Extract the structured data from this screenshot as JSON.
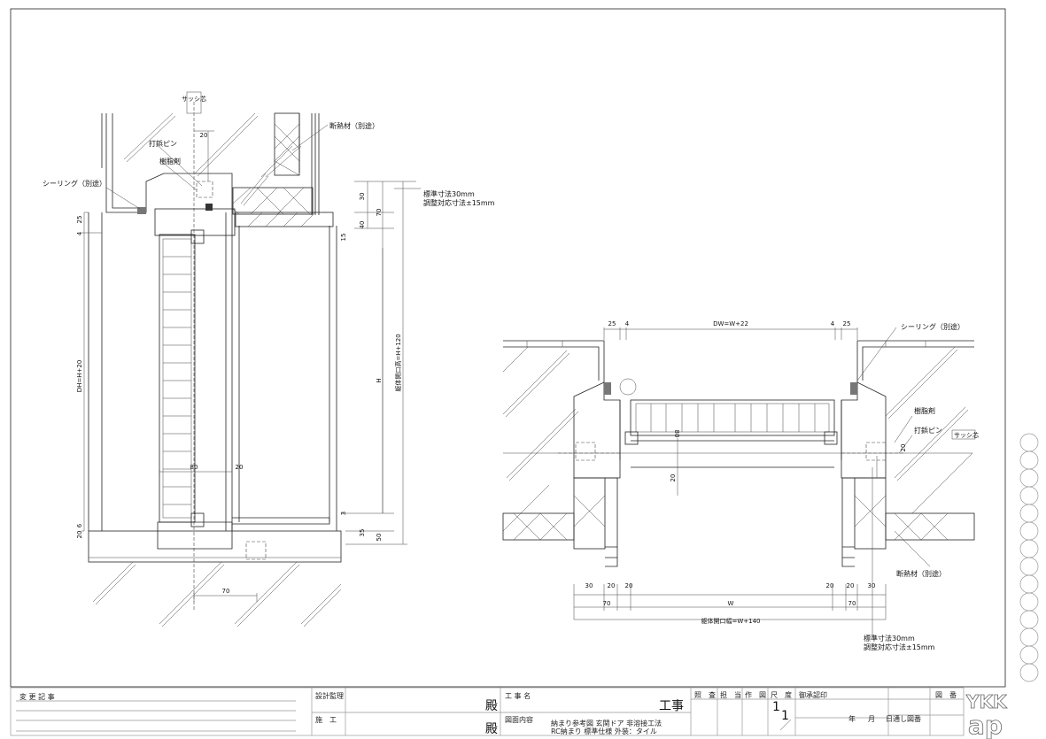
{
  "drawing": {
    "vertical_section": {
      "labels": {
        "sash_center": "サッシ芯",
        "nail_pin": "打鋲ピン",
        "resin": "樹脂剤",
        "sealing": "シーリング（別途）",
        "insulation": "断熱材（別途）",
        "std_dim_1": "標準寸法30mm",
        "std_dim_2": "調整対応寸法±15mm"
      },
      "dims": {
        "d20_top": "20",
        "d30": "30",
        "d70": "70",
        "d40": "40",
        "d15": "15",
        "d25": "25",
        "d4": "4",
        "dh": "DH=H+20",
        "h": "H",
        "opening_h": "躯体開口高=H+120",
        "d80": "80",
        "d20_mid": "20",
        "d3": "3",
        "d35": "35",
        "d50": "50",
        "d20_bot": "20",
        "d6": "6",
        "d70_bot": "70"
      }
    },
    "horizontal_section": {
      "labels": {
        "sealing": "シーリング（別途）",
        "resin": "樹脂剤",
        "nail_pin": "打鋲ピン",
        "sash_center": "サッシ芯",
        "insulation": "断熱材（別途）",
        "std_dim_1": "標準寸法30mm",
        "std_dim_2": "調整対応寸法±15mm"
      },
      "dims": {
        "l25": "25",
        "l4": "4",
        "dw": "DW=W+22",
        "r4": "4",
        "r25": "25",
        "d80": "80",
        "d20a": "20",
        "d20b": "20",
        "l30": "30",
        "l20a": "20",
        "l20b": "20",
        "r20a": "20",
        "r20b": "20",
        "r30": "30",
        "w": "W",
        "l70": "70",
        "r70": "70",
        "opening_w": "躯体開口幅=W+140"
      }
    }
  },
  "title_block": {
    "change_record": "変 更 記 事",
    "design_supervision": "設計監理",
    "construction": "施　工",
    "honorific_1": "殿",
    "honorific_2": "殿",
    "project_name_label": "工 事 名",
    "project_suffix": "工事",
    "drawing_content_label": "図面内容",
    "content_line1": "納まり参考図 玄関ドア 非溶接工法",
    "content_line2": "RC納まり 標準仕様 外装：タイル",
    "check": "照　査",
    "in_charge": "担　当",
    "drafted": "作　図",
    "scale_label": "尺　度",
    "scale_num": "1",
    "scale_den": "1",
    "approval": "御承認印",
    "year": "年",
    "month": "月",
    "day": "日",
    "drawing_no_label": "図　番",
    "serial_no_label": "通し図番",
    "logo_line1": "YKK",
    "logo_line2": "ap"
  }
}
